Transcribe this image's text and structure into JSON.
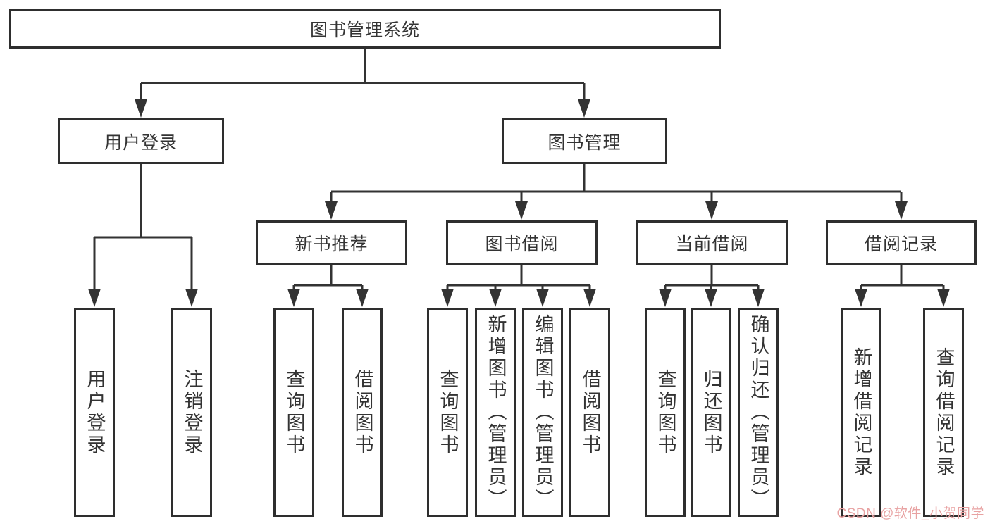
{
  "diagram": {
    "title": "图书管理系统",
    "watermark": "CSDN @软件_小贺同学",
    "colors": {
      "line": "#333333",
      "box_border": "#2e2e2e",
      "box_background": "#ffffff",
      "text": "#333333",
      "watermark": "#e8a2a2"
    },
    "nodes": {
      "root": {
        "label": "图书管理系统"
      },
      "user_login": {
        "label": "用户登录"
      },
      "book_mgmt": {
        "label": "图书管理"
      },
      "user_login_leaf": {
        "label": "用户登录"
      },
      "logout_leaf": {
        "label": "注销登录"
      },
      "new_book_rec": {
        "label": "新书推荐"
      },
      "book_borrow": {
        "label": "图书借阅"
      },
      "current_borrow": {
        "label": "当前借阅"
      },
      "borrow_record": {
        "label": "借阅记录"
      },
      "nbr_query_book": {
        "label": "查询图书"
      },
      "nbr_borrow_book": {
        "label": "借阅图书"
      },
      "bb_query_book": {
        "label": "查询图书"
      },
      "bb_add_book": {
        "label": "新增图书（管理员）"
      },
      "bb_edit_book": {
        "label": "编辑图书（管理员）"
      },
      "bb_borrow_book": {
        "label": "借阅图书"
      },
      "cb_query_book": {
        "label": "查询图书"
      },
      "cb_return_book": {
        "label": "归还图书"
      },
      "cb_confirm_return": {
        "label": "确认归还（管理员）"
      },
      "br_add_record": {
        "label": "新增借阅记录"
      },
      "br_query_record": {
        "label": "查询借阅记录"
      }
    },
    "hierarchy": [
      {
        "parent": "图书管理系统",
        "children": [
          "用户登录",
          "图书管理"
        ]
      },
      {
        "parent": "用户登录",
        "children": [
          "用户登录",
          "注销登录"
        ]
      },
      {
        "parent": "图书管理",
        "children": [
          "新书推荐",
          "图书借阅",
          "当前借阅",
          "借阅记录"
        ]
      },
      {
        "parent": "新书推荐",
        "children": [
          "查询图书",
          "借阅图书"
        ]
      },
      {
        "parent": "图书借阅",
        "children": [
          "查询图书",
          "新增图书（管理员）",
          "编辑图书（管理员）",
          "借阅图书"
        ]
      },
      {
        "parent": "当前借阅",
        "children": [
          "查询图书",
          "归还图书",
          "确认归还（管理员）"
        ]
      },
      {
        "parent": "借阅记录",
        "children": [
          "新增借阅记录",
          "查询借阅记录"
        ]
      }
    ]
  }
}
